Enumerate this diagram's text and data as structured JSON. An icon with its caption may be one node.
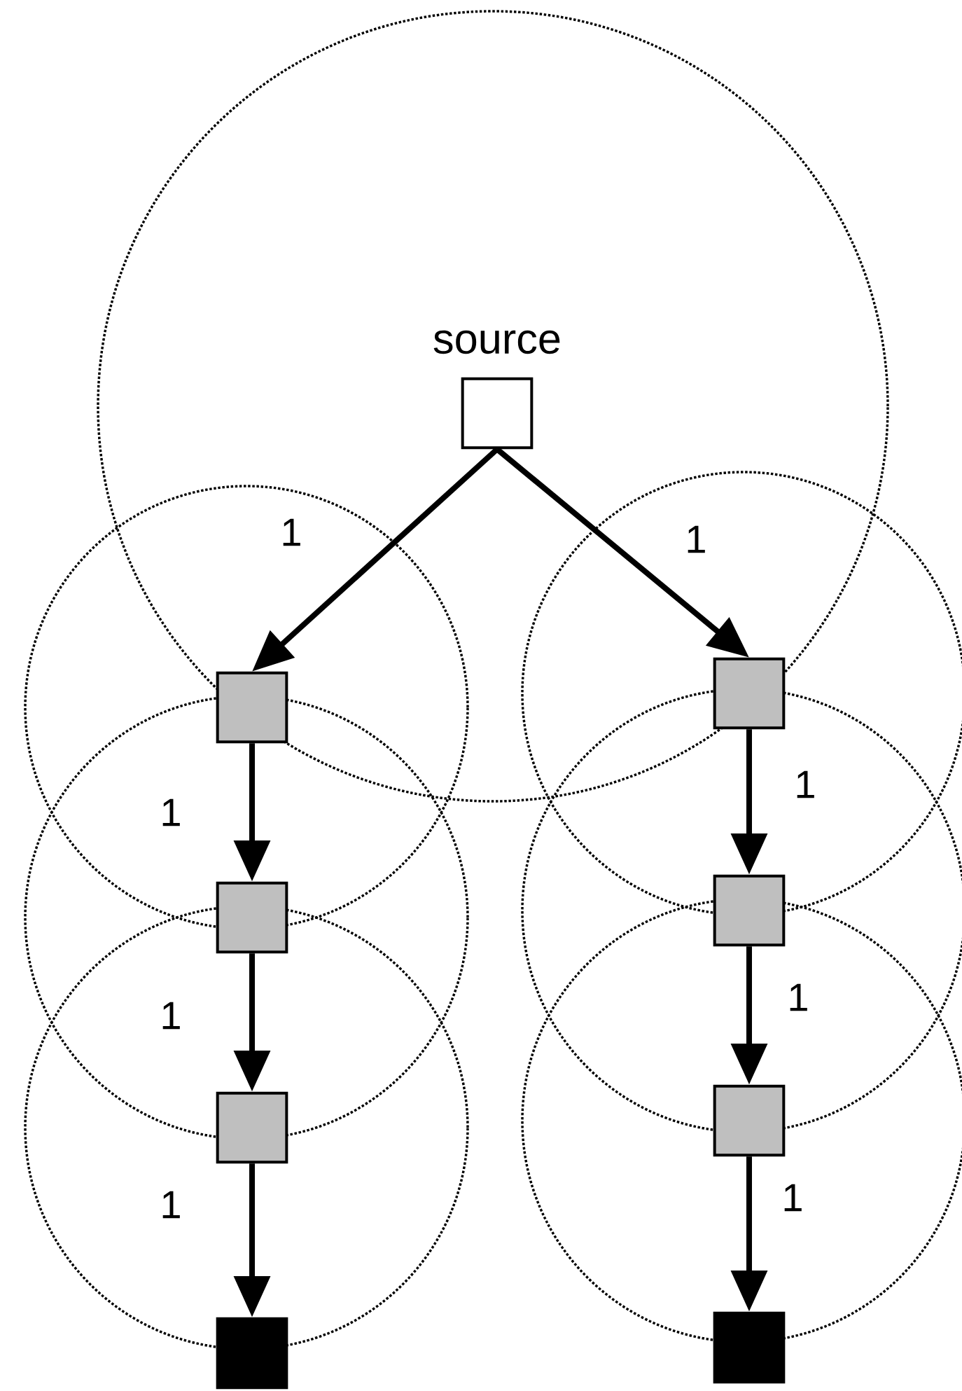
{
  "diagram": {
    "nodes": [
      {
        "text": [
          "source"
        ]
      },
      {
        "text": [],
        "shape": "box"
      },
      {
        "text": [],
        "shape": "box"
      },
      {
        "text": [],
        "shape": "box"
      },
      {
        "text": [],
        "shape": "box"
      },
      {
        "text": [],
        "shape": "box"
      },
      {
        "text": [],
        "shape": "box"
      },
      {
        "text": [],
        "shape": "box"
      },
      {
        "text": [],
        "shape": "box"
      }
    ],
    "edges": [
      {
        "from": 0,
        "to": 1,
        "arrow": "to",
        "label": "1"
      },
      {
        "from": 0,
        "to": 2,
        "arrow": "to",
        "label": "1"
      },
      {
        "from": 1,
        "to": 3,
        "arrow": "to",
        "label": "1"
      },
      {
        "from": 2,
        "to": 4,
        "arrow": "to",
        "label": "1"
      },
      {
        "from": 3,
        "to": 5,
        "arrow": "to",
        "label": "1"
      },
      {
        "from": 4,
        "to": 6,
        "arrow": "to",
        "label": "1"
      },
      {
        "from": 5,
        "to": 7,
        "arrow": "to",
        "label": "1"
      },
      {
        "from": 6,
        "to": 8,
        "arrow": "to",
        "label": "1"
      }
    ]
  }
}
